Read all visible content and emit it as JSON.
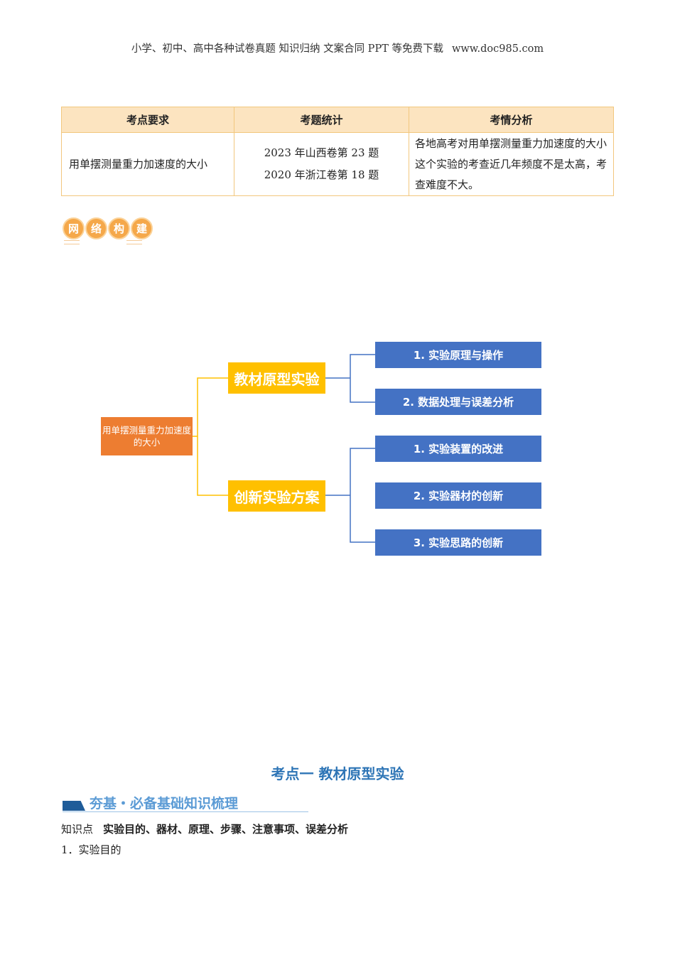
{
  "header": {
    "left": "小学、初中、高中各种试卷真题  知识归纳  文案合同  PPT 等免费下载",
    "right": "www.doc985.com"
  },
  "table": {
    "headers": [
      "考点要求",
      "考题统计",
      "考情分析"
    ],
    "row": {
      "requirement": "用单摆测量重力加速度的大小",
      "stats": [
        "2023 年山西卷第 23 题",
        "2020 年浙江卷第 18 题"
      ],
      "analysis": "各地高考对用单摆测量重力加速度的大小这个实验的考查近几年频度不是太高，考查难度不大。"
    }
  },
  "badge": [
    "网",
    "络",
    "构",
    "建"
  ],
  "mindmap": {
    "root": "用单摆测量重力加速度的大小",
    "branches": [
      {
        "label": "教材原型实验",
        "items": [
          "1. 实验原理与操作",
          "2. 数据处理与误差分析"
        ]
      },
      {
        "label": "创新实验方案",
        "items": [
          "1. 实验装置的改进",
          "2. 实验器材的创新",
          "3. 实验思路的创新"
        ]
      }
    ],
    "colors": {
      "root": "#ED7D31",
      "branch": "#FFC000",
      "leaf": "#4472C4"
    }
  },
  "section": {
    "title": "考点一  教材原型实验",
    "band": "夯基・必备基础知识梳理",
    "knowledge_label": "知识点",
    "knowledge_title": "实验目的、器材、原理、步骤、注意事项、误差分析",
    "item1": "1．实验目的"
  }
}
